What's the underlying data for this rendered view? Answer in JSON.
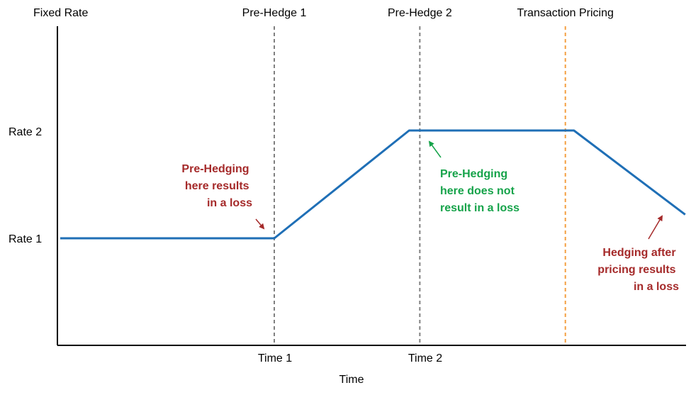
{
  "chart_data": {
    "type": "line",
    "ylabel": "Fixed Rate",
    "xlabel": "Time",
    "y_tick_labels": [
      "Rate 1",
      "Rate 2"
    ],
    "x_tick_labels": [
      "Time 1",
      "Time 2"
    ],
    "series": [
      {
        "color": "#1f6fb6",
        "points": [
          {
            "x": 0.0,
            "y": 1
          },
          {
            "x": 1.0,
            "y": 1
          },
          {
            "x": 1.63,
            "y": 2
          },
          {
            "x": 2.4,
            "y": 2
          },
          {
            "x": 2.92,
            "y": 1.22
          }
        ]
      }
    ],
    "markers": [
      {
        "label": "Pre-Hedge 1",
        "x": 1.0,
        "color": "#808080"
      },
      {
        "label": "Pre-Hedge 2",
        "x": 1.68,
        "color": "#808080"
      },
      {
        "label": "Transaction Pricing",
        "x": 2.36,
        "color": "#f4a042"
      }
    ],
    "annotations": [
      {
        "lines": [
          "Pre-Hedging",
          "here results",
          "in a loss"
        ],
        "color": "#a52a2a",
        "align": "end"
      },
      {
        "lines": [
          "Pre-Hedging",
          "here does not",
          "result in a loss"
        ],
        "color": "#16a34a",
        "align": "start"
      },
      {
        "lines": [
          "Hedging after",
          "pricing results",
          "in a loss"
        ],
        "color": "#a52a2a",
        "align": "end"
      }
    ]
  }
}
